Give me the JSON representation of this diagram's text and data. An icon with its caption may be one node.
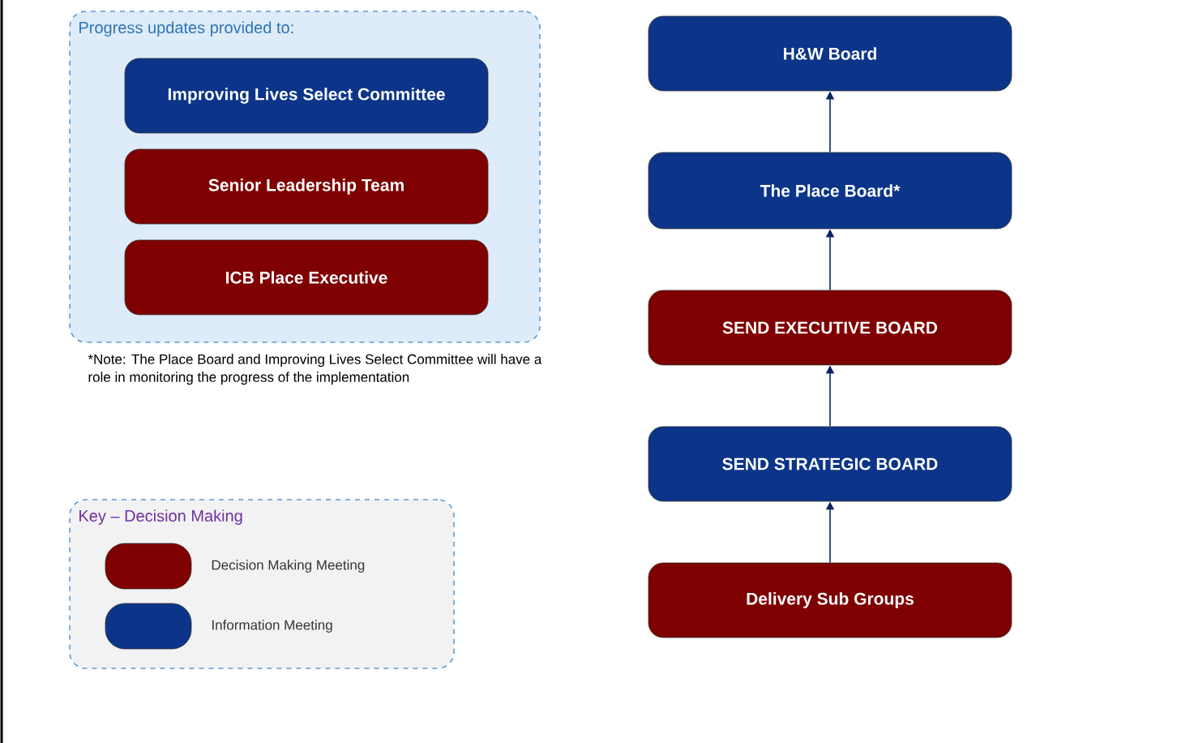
{
  "diagram": {
    "nodes": [
      {
        "text": [
          "Progress updates provided to:"
        ]
      },
      {
        "text": [
          "Improving Lives Select Committee"
        ],
        "in": 0
      },
      {
        "text": [
          "Senior Leadership Team"
        ],
        "in": 0
      },
      {
        "text": [
          "ICB Place Executive"
        ],
        "in": 0
      },
      {
        "text": [
          "Key – Decision Making"
        ]
      },
      {
        "text": [
          "H&W Board"
        ]
      },
      {
        "text": [
          "The Place Board*"
        ]
      },
      {
        "text": [
          "SEND EXECUTIVE BOARD"
        ]
      },
      {
        "text": [
          "SEND STRATEGIC BOARD"
        ]
      },
      {
        "text": [
          "Delivery Sub Groups"
        ]
      }
    ],
    "edges": [
      {
        "from": 6,
        "to": 5,
        "arrow": "to"
      },
      {
        "from": 7,
        "to": 6,
        "arrow": "to"
      },
      {
        "from": 8,
        "to": 7,
        "arrow": "to"
      },
      {
        "from": 9,
        "to": 8,
        "arrow": "to"
      }
    ],
    "labels": [
      "*Note: The Place Board and Improving Lives Select Committee will have a role in monitoring the progress of the implementation"
    ],
    "legend": [
      {
        "text": "Decision Making Meeting",
        "color": "#7f0000"
      },
      {
        "text": "Information Meeting",
        "color": "#0c3589"
      }
    ]
  }
}
